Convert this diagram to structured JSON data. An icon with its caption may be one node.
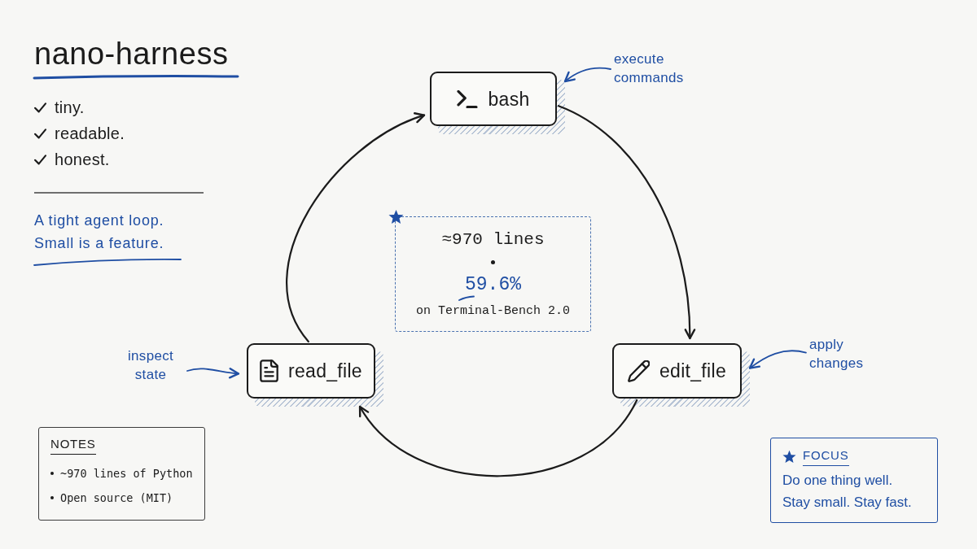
{
  "diagram": {
    "title": "nano-harness",
    "nodes": [
      {
        "text": [
          "bash"
        ]
      },
      {
        "text": [
          "edit_file"
        ]
      },
      {
        "text": [
          "read_file"
        ]
      },
      {
        "text": [
          "≈970 lines",
          "59.6%",
          "on Terminal-Bench 2.0"
        ]
      },
      {
        "text": [
          "execute commands"
        ]
      },
      {
        "text": [
          "apply changes"
        ]
      },
      {
        "text": [
          "inspect state"
        ]
      },
      {
        "text": [
          "NOTES",
          "~970 lines of Python",
          "Open source (MIT)"
        ]
      },
      {
        "text": [
          "FOCUS",
          "Do one thing well. Stay small. Stay fast."
        ]
      }
    ],
    "edges": [
      {
        "from": 0,
        "to": 1,
        "arrow": "to"
      },
      {
        "from": 1,
        "to": 2,
        "arrow": "to"
      },
      {
        "from": 2,
        "to": 0,
        "arrow": "to"
      },
      {
        "from": 4,
        "to": 0,
        "arrow": "to",
        "color": "#1f4ea3"
      },
      {
        "from": 5,
        "to": 1,
        "arrow": "to",
        "color": "#1f4ea3"
      },
      {
        "from": 6,
        "to": 2,
        "arrow": "to",
        "color": "#1f4ea3"
      }
    ],
    "labels": [
      "tiny.",
      "readable.",
      "honest.",
      "A tight agent loop. Small is a feature."
    ]
  }
}
